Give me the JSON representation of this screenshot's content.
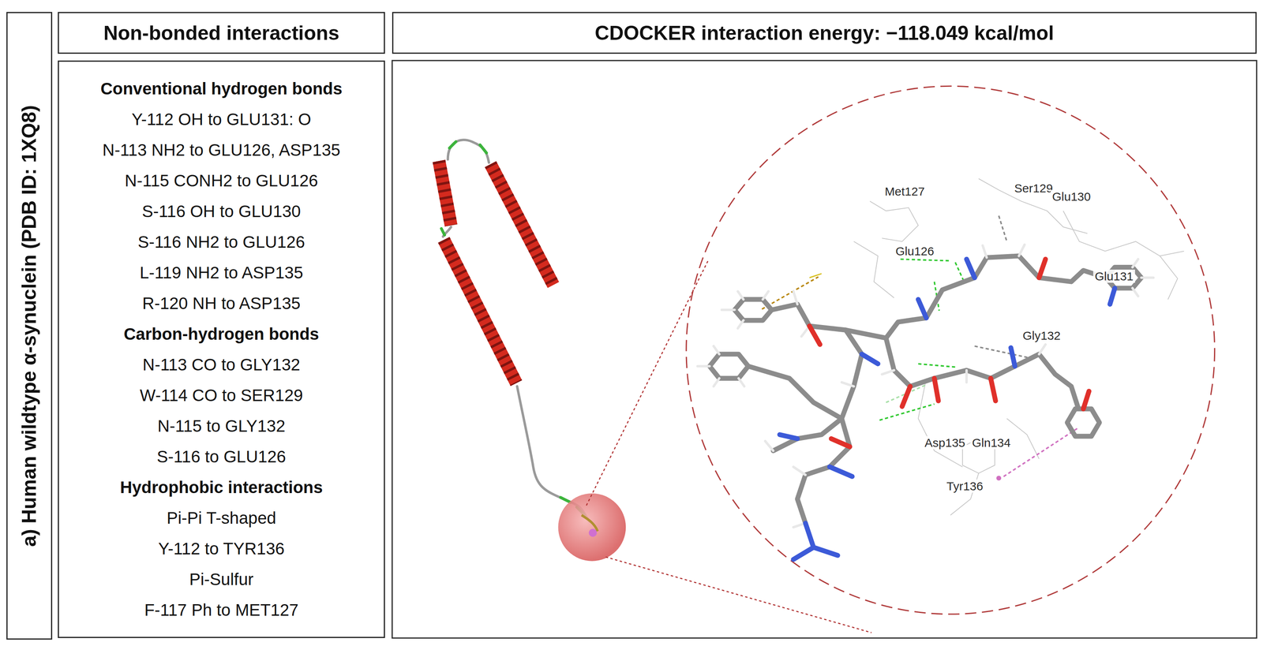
{
  "diagram": {
    "nodes": [
      {
        "text": [
          "a) Human wildtype α-synuclein (PDB ID: 1XQ8)"
        ]
      },
      {
        "text": [
          "Non-bonded interactions"
        ]
      },
      {
        "text": [
          "CDOCKER interaction energy: −118.049 kcal/mol"
        ]
      },
      {
        "text": [
          "Conventional hydrogen bonds",
          "Y-112 OH to GLU131: O",
          "N-113 NH2 to GLU126, ASP135",
          "N-115 CONH2 to GLU126",
          "S-116 OH to GLU130",
          "S-116 NH2 to GLU126",
          "L-119 NH2 to ASP135",
          "R-120 NH to ASP135",
          "Carbon-hydrogen bonds",
          "N-113 CO to GLY132",
          "W-114 CO to SER129",
          "N-115 to GLY132",
          "S-116 to GLU126",
          "Hydrophobic interactions",
          "Pi-Pi T-shaped",
          "Y-112 to TYR136",
          "Pi-Sulfur",
          "F-117 Ph to MET127"
        ]
      }
    ],
    "labels": [
      "Met127",
      "Ser129",
      "Glu130",
      "Glu126",
      "Glu131",
      "Gly132",
      "Asp135",
      "Gln134",
      "Tyr136"
    ]
  }
}
